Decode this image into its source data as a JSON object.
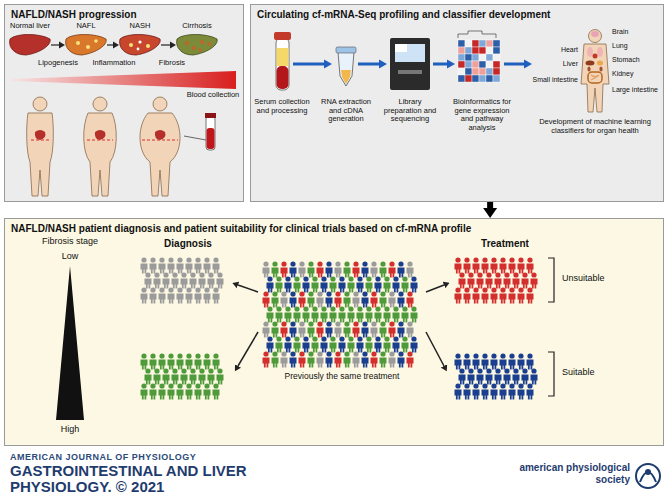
{
  "diagram": {
    "nodes": [
      {
        "text": [
          "NAFLD/NASH progression"
        ]
      },
      {
        "text": [
          "Circulating cf-mRNA-Seq profiling and classifier development"
        ]
      },
      {
        "text": [
          "NAFLD/NASH patient diagnosis and patient suitability for clinical trials based on cf-mRNA profile"
        ]
      },
      {
        "text": [
          "AMERICAN JOURNAL OF PHYSIOLOGY",
          "GASTROINTESTINAL AND LIVER PHYSIOLOGY. © 2021"
        ]
      }
    ],
    "edges": [
      {
        "from": 1,
        "to": 2,
        "arrow": "to"
      }
    ],
    "labels": [
      "Normal liver",
      "NAFL",
      "NASH",
      "Cirrhosis",
      "Lipogenesis",
      "Inflammation",
      "Fibrosis",
      "Blood collection",
      "Serum collection and processing",
      "RNA extraction and cDNA generation",
      "Library preparation and sequencing",
      "Bioinformatics for gene expression and pathway analysis",
      "Brain",
      "Lung",
      "Heart",
      "Liver",
      "Stomach",
      "Kidney",
      "Small intestine",
      "Large intestine",
      "Development of machine learning classifiers for organ health",
      "Fibrosis stage",
      "Low",
      "High",
      "Diagnosis",
      "Treatment",
      "Unsuitable",
      "Suitable",
      "Previously the same treatment",
      "american physiological society"
    ]
  }
}
